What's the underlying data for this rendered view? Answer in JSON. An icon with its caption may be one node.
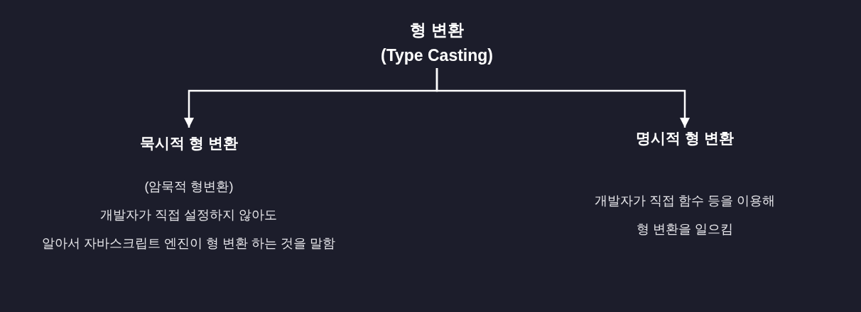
{
  "diagram": {
    "nodes": [
      {
        "text": [
          "형 변환",
          "(Type Casting)"
        ]
      },
      {
        "text": [
          "묵시적 형 변환",
          "(암묵적 형변환)",
          "개발자가 직접 설정하지 않아도 알아서 자바스크립트 엔진이 형 변환 하는 것을 말함"
        ]
      },
      {
        "text": [
          "명시적 형 변환",
          "개발자가 직접 함수 등을 이용해 형 변환을 일으킴"
        ]
      }
    ],
    "edges": [
      {
        "from": 0,
        "to": 1,
        "arrow": "to"
      },
      {
        "from": 0,
        "to": 2,
        "arrow": "to"
      }
    ]
  }
}
